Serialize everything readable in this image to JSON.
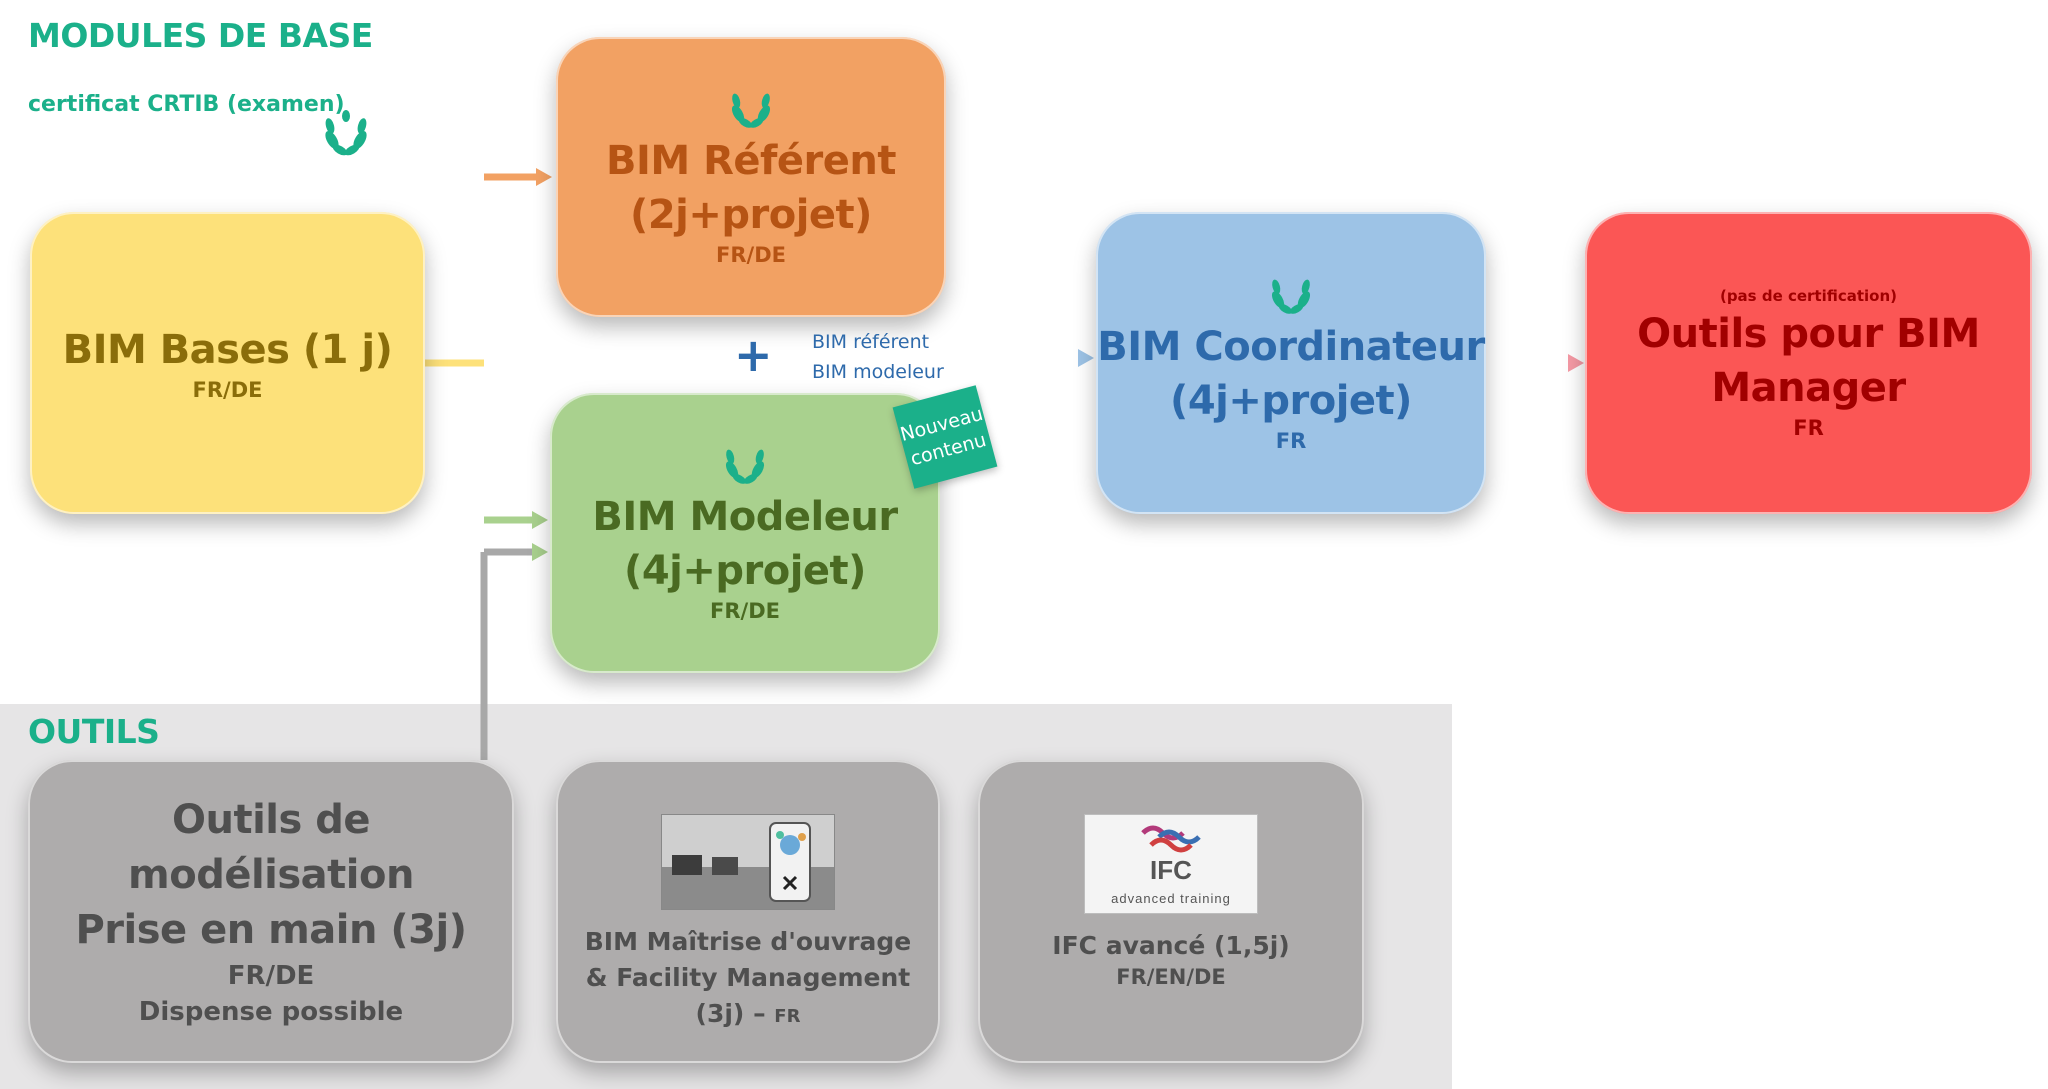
{
  "sections": {
    "base_title": "MODULES DE BASE",
    "cert_label": "certificat CRTIB (examen)",
    "outils_title": "OUTILS"
  },
  "modules": {
    "bases": {
      "title": "BIM Bases (1 j)",
      "lang": "FR/DE"
    },
    "referent": {
      "title_line1": "BIM Référent",
      "title_line2": "(2j+projet)",
      "lang": "FR/DE"
    },
    "modeleur": {
      "title_line1": "BIM Modeleur",
      "title_line2": "(4j+projet)",
      "lang": "FR/DE"
    },
    "coordinateur": {
      "title_line1": "BIM Coordinateur",
      "title_line2": "(4j+projet)",
      "lang": "FR"
    },
    "manager": {
      "note": "(pas de certification)",
      "title_line1": "Outils pour BIM",
      "title_line2": "Manager",
      "lang": "FR"
    }
  },
  "badge": {
    "line1": "Nouveau",
    "line2": "contenu"
  },
  "connector": {
    "plus": "+",
    "line1": "BIM référent",
    "line2": "BIM  modeleur"
  },
  "outils": {
    "modelisation": {
      "line1": "Outils de modélisation",
      "line2": "Prise en main (3j)",
      "lang": "FR/DE",
      "note": "Dispense possible"
    },
    "moa": {
      "line1": "BIM Maîtrise d'ouvrage",
      "line2": "& Facility Management",
      "line3": "(3j) – ",
      "lang": "FR"
    },
    "ifc": {
      "title": "IFC avancé (1,5j)",
      "lang": "FR/EN/DE",
      "logo_text": "IFC",
      "logo_sub": "advanced  training"
    }
  },
  "colors": {
    "accent": "#1bb08a",
    "bases": "#fde17a",
    "referent": "#f2a163",
    "modeleur": "#a9d18e",
    "coordinateur": "#9dc3e6",
    "manager": "#fb5655",
    "outils": "#aeacac"
  },
  "icons": [
    "laurel-icon",
    "close-x-icon"
  ]
}
